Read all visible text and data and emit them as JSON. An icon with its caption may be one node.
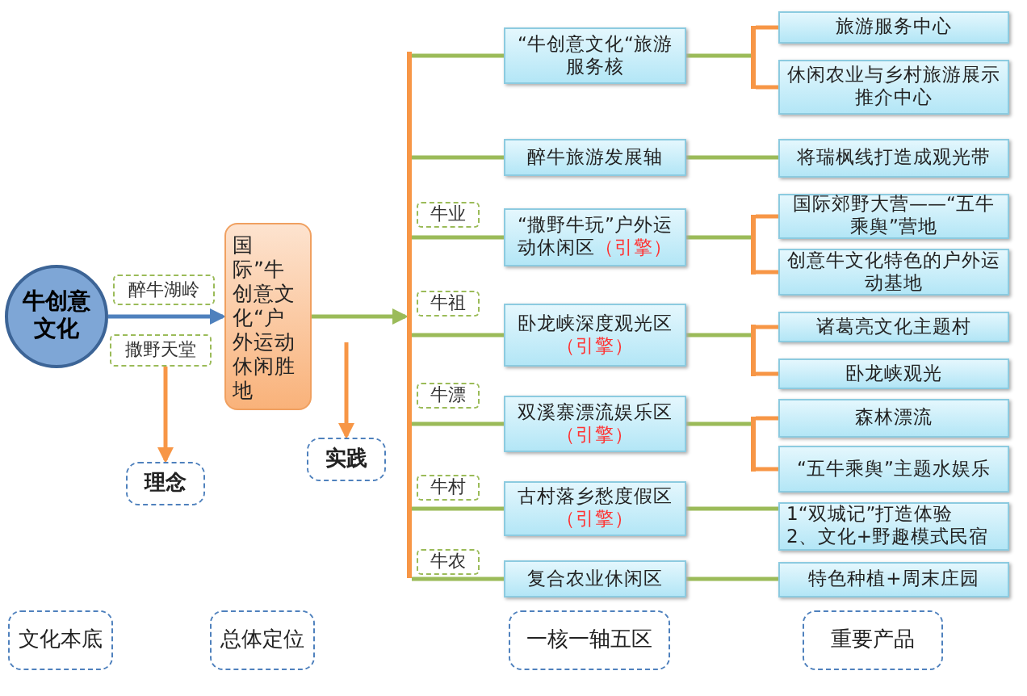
{
  "diagram": {
    "nodes": [
      {
        "text": [
          "牛创意文化"
        ]
      },
      {
        "text": [
          "醉牛湖岭"
        ]
      },
      {
        "text": [
          "撒野天堂"
        ]
      },
      {
        "text": [
          "理念"
        ]
      },
      {
        "text": [
          "国际”牛创意文化“户外运动休闲胜地"
        ]
      },
      {
        "text": [
          "实践"
        ]
      },
      {
        "text": [
          "牛业"
        ]
      },
      {
        "text": [
          "牛祖"
        ]
      },
      {
        "text": [
          "牛漂"
        ]
      },
      {
        "text": [
          "牛村"
        ]
      },
      {
        "text": [
          "牛农"
        ]
      },
      {
        "text": [
          "“牛创意文化“旅游服务核"
        ]
      },
      {
        "text": [
          "醉牛旅游发展轴"
        ]
      },
      {
        "text": [
          "“撒野牛玩”户外运动休闲区",
          "（引擎）"
        ]
      },
      {
        "text": [
          "卧龙峡深度观光区",
          "（引擎）"
        ]
      },
      {
        "text": [
          "双溪寨漂流娱乐区",
          "（引擎）"
        ]
      },
      {
        "text": [
          "古村落乡愁度假区",
          "（引擎）"
        ]
      },
      {
        "text": [
          "复合农业休闲区"
        ]
      },
      {
        "text": [
          "旅游服务中心"
        ]
      },
      {
        "text": [
          "休闲农业与乡村旅游展示推介中心"
        ]
      },
      {
        "text": [
          "将瑞枫线打造成观光带"
        ]
      },
      {
        "text": [
          "国际郊野大营——“五牛乘舆”营地"
        ]
      },
      {
        "text": [
          "创意牛文化特色的户外运动基地"
        ]
      },
      {
        "text": [
          "诸葛亮文化主题村"
        ]
      },
      {
        "text": [
          "卧龙峡观光"
        ]
      },
      {
        "text": [
          "森林漂流"
        ]
      },
      {
        "text": [
          "“五牛乘舆”主题水娱乐"
        ]
      },
      {
        "text": [
          "1“双城记”打造体验",
          "2、文化+野趣模式民宿"
        ]
      },
      {
        "text": [
          "特色种植+周末庄园"
        ]
      },
      {
        "text": [
          "文化本底"
        ]
      },
      {
        "text": [
          "总体定位"
        ]
      },
      {
        "text": [
          "一核一轴五区"
        ]
      },
      {
        "text": [
          "重要产品"
        ]
      },
      {
        "text": [],
        "shape": "bar"
      },
      {
        "text": [],
        "shape": "bar"
      },
      {
        "text": [],
        "shape": "bar"
      },
      {
        "text": [],
        "shape": "bar"
      },
      {
        "text": [],
        "shape": "bar"
      }
    ],
    "edges": [
      {
        "from": 0,
        "to": 4,
        "arrow": "to",
        "color": "#4f81bd"
      },
      {
        "from": 2,
        "to": 3,
        "arrow": "to",
        "color": "#f79646"
      },
      {
        "from": null,
        "to": 5,
        "arrow": "to",
        "color": "#f79646"
      },
      {
        "from": 4,
        "to": 33,
        "arrow": "to"
      },
      {
        "from": 33,
        "to": 11,
        "arrow": "none"
      },
      {
        "from": 33,
        "to": 12,
        "arrow": "none"
      },
      {
        "from": 33,
        "to": 13,
        "arrow": "none"
      },
      {
        "from": 33,
        "to": 14,
        "arrow": "none"
      },
      {
        "from": 33,
        "to": 15,
        "arrow": "none"
      },
      {
        "from": 33,
        "to": 16,
        "arrow": "none"
      },
      {
        "from": 33,
        "to": 17,
        "arrow": "none"
      },
      {
        "from": 11,
        "to": 34,
        "arrow": "none"
      },
      {
        "from": 34,
        "to": 18,
        "arrow": "none",
        "color": "#f79646"
      },
      {
        "from": 34,
        "to": 19,
        "arrow": "none",
        "color": "#f79646"
      },
      {
        "from": 12,
        "to": 20,
        "arrow": "none"
      },
      {
        "from": 13,
        "to": 35,
        "arrow": "none"
      },
      {
        "from": 35,
        "to": 21,
        "arrow": "none",
        "color": "#f79646"
      },
      {
        "from": 35,
        "to": 22,
        "arrow": "none",
        "color": "#f79646"
      },
      {
        "from": 14,
        "to": 36,
        "arrow": "none"
      },
      {
        "from": 36,
        "to": 23,
        "arrow": "none",
        "color": "#f79646"
      },
      {
        "from": 36,
        "to": 24,
        "arrow": "none",
        "color": "#f79646"
      },
      {
        "from": 15,
        "to": 37,
        "arrow": "none"
      },
      {
        "from": 37,
        "to": 25,
        "arrow": "none",
        "color": "#f79646"
      },
      {
        "from": 37,
        "to": 26,
        "arrow": "none",
        "color": "#f79646"
      },
      {
        "from": 16,
        "to": 27,
        "arrow": "none"
      },
      {
        "from": 17,
        "to": 28,
        "arrow": "none"
      }
    ]
  }
}
